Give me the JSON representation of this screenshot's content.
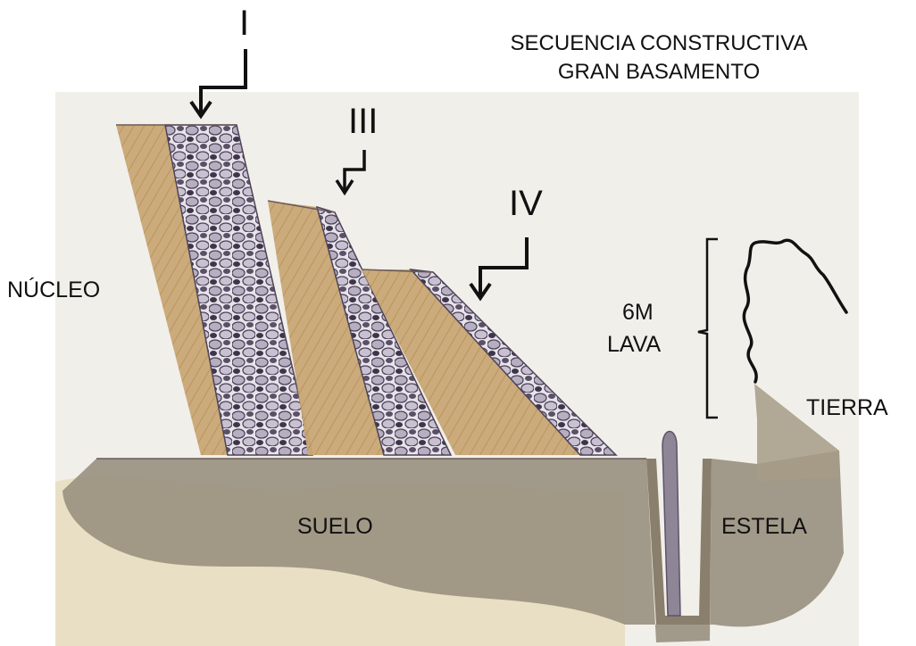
{
  "title": {
    "line1": "SECUENCIA CONSTRUCTIVA",
    "line2": "GRAN BASAMENTO"
  },
  "phase_labels": [
    "I",
    "III",
    "IV"
  ],
  "labels": {
    "nucleo": "NÚCLEO",
    "suelo": "SUELO",
    "estela": "ESTELA",
    "tierra": "TIERRA",
    "measure_line1": "6M",
    "measure_line2": "LAVA"
  },
  "colors": {
    "paper": "#f1efea",
    "fill_core": "#c9a775",
    "ground": "#9a9180",
    "ground_light": "#e6d8b5",
    "stone": "#6e6478",
    "stele": "#8e8597",
    "ink": "#111111"
  }
}
